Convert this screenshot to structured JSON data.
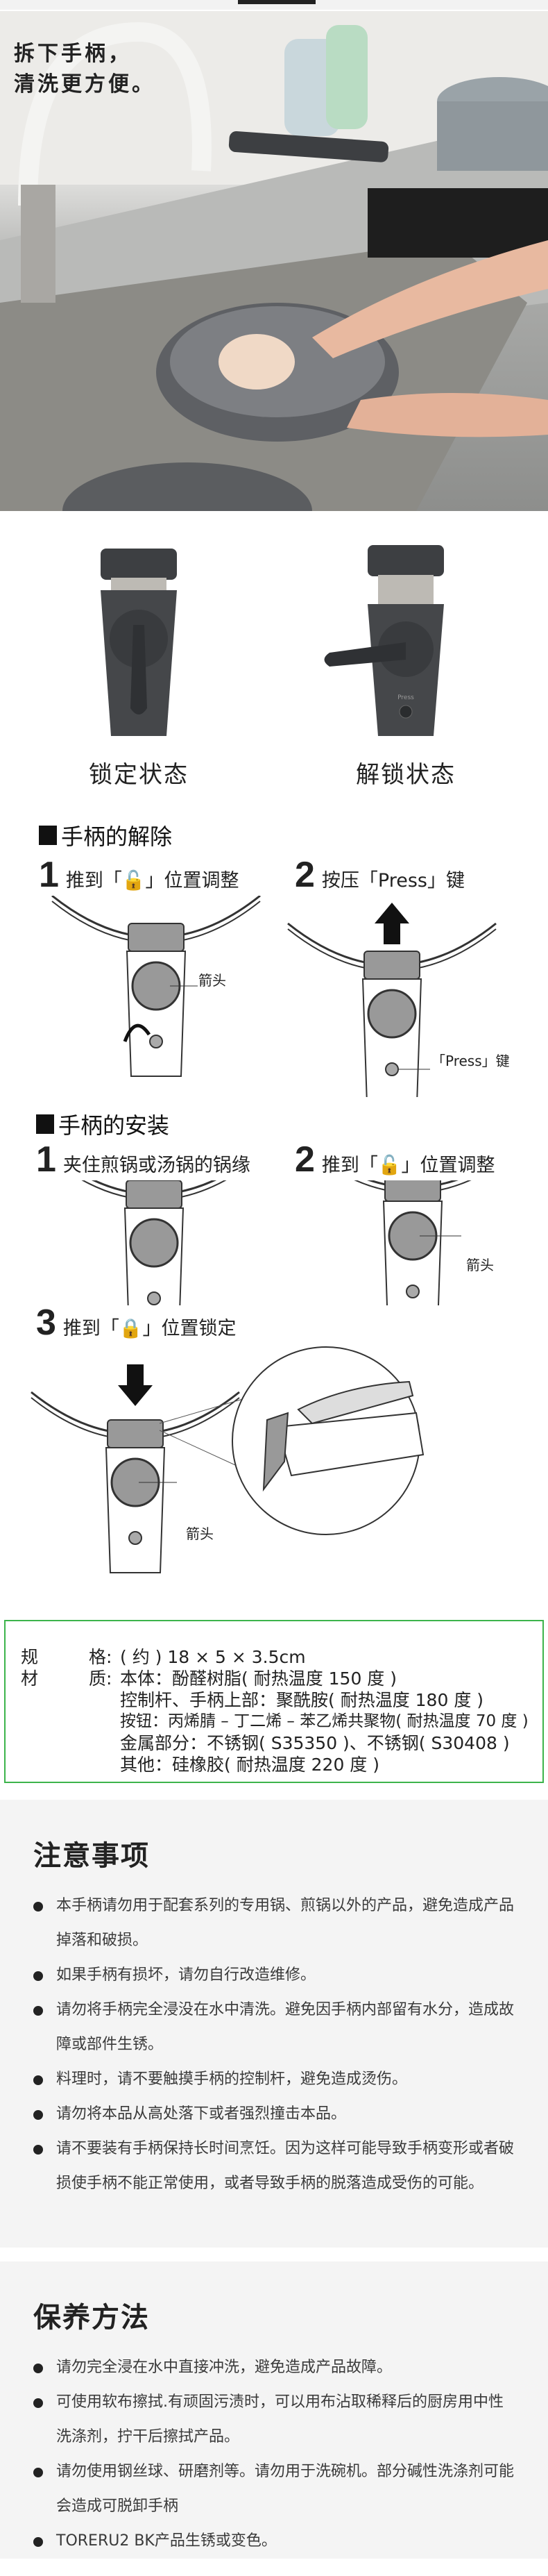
{
  "hero": {
    "caption_line1": "拆下手柄，",
    "caption_line2": "清洗更方便。"
  },
  "states": {
    "locked": "锁定状态",
    "unlocked": "解锁状态",
    "press_mark": "Press"
  },
  "removal": {
    "title": "手柄的解除",
    "steps": [
      {
        "num": "1",
        "text": "推到「🔓」位置调整",
        "callout": "箭头"
      },
      {
        "num": "2",
        "text": "按压「Press」键",
        "callout": "「Press」键"
      }
    ]
  },
  "install": {
    "title": "手柄的安装",
    "steps": [
      {
        "num": "1",
        "text": "夹住煎锅或汤锅的锅缘"
      },
      {
        "num": "2",
        "text": "推到「🔓」位置调整",
        "callout": "箭头"
      },
      {
        "num": "3",
        "text": "推到「🔒」位置锁定",
        "callout": "箭头"
      }
    ]
  },
  "spec": {
    "size_k1": "规",
    "size_k2": "格:",
    "size_value": "( 约 ) 18 × 5 × 3.5cm",
    "mat_k1": "材",
    "mat_k2": "质:",
    "materials": [
      "本体：酚醛树脂( 耐热温度 150 度 )",
      "控制杆、手柄上部：聚酰胺( 耐热温度 180 度 )",
      "按钮：丙烯腈 – 丁二烯 – 苯乙烯共聚物( 耐热温度 70 度 )",
      "金属部分：不锈钢( S35350 )、不锈钢( S30408 )",
      "其他：硅橡胶( 耐热温度 220 度 )"
    ]
  },
  "notes": {
    "title": "注意事项",
    "items": [
      "本手柄请勿用于配套系列的专用锅、煎锅以外的产品，避免造成产品掉落和破损。",
      "如果手柄有损坏，请勿自行改造维修。",
      "请勿将手柄完全浸没在水中清洗。避免因手柄内部留有水分，造成故障或部件生锈。",
      "料理时，请不要触摸手柄的控制杆，避免造成烫伤。",
      "请勿将本品从高处落下或者强烈撞击本品。",
      "请不要装有手柄保持长时间烹饪。因为这样可能导致手柄变形或者破损使手柄不能正常使用，或者导致手柄的脱落造成受伤的可能。"
    ]
  },
  "care": {
    "title": "保养方法",
    "items": [
      "请勿完全浸在水中直接冲洗，避免造成产品故障。",
      "可使用软布擦拭.有顽固污渍时，可以用布沾取稀释后的厨房用中性洗涤剂，拧干后擦拭产品。",
      "请勿使用钢丝球、研磨剂等。请勿用于洗碗机。部分碱性洗涤剂可能会造成可脱卸手柄",
      "TORERU2 BK产品生锈或变色。"
    ]
  },
  "colors": {
    "spec_border": "#3cb44b",
    "panel_bg": "#f4f4f4",
    "handle": "#3d3f42"
  }
}
